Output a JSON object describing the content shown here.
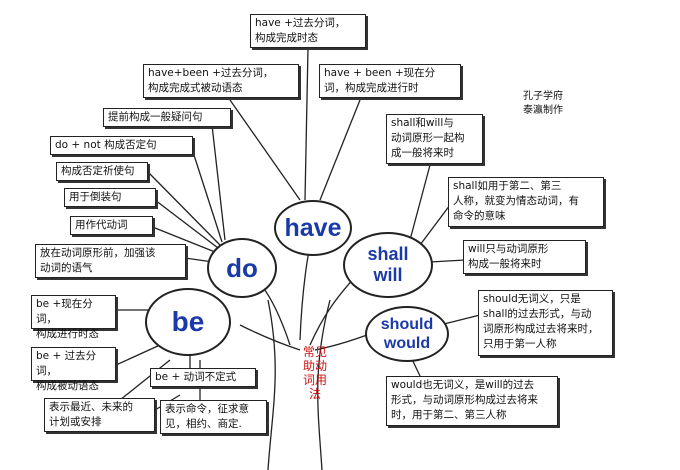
{
  "title": "常见助动词用法",
  "credit": "孔子学府\n泰瀛制作",
  "nodes": {
    "do": "do",
    "have": "have",
    "shall_will": "shall\nwill",
    "be": "be",
    "should_would": "should\nwould"
  },
  "notes": {
    "have_perfect": "have +过去分词，\n构成完成时态",
    "have_been_passive": "have+been +过去分词，\n构成完成式被动语态",
    "have_been_progressive": "have + been +现在分\n词，构成完成进行时",
    "do_question": "提前构成一般疑问句",
    "do_not_negative": "do + not 构成否定句",
    "do_neg_imperative": "构成否定祈使句",
    "do_inversion": "用于倒装句",
    "do_proverb": "用作代动词",
    "do_emphasis": "放在动词原形前，加强该\n动词的语气",
    "shall_will_future": "shall和will与\n动词原形一起构\n成一般将来时",
    "shall_modal": "shall如用于第二、第三\n人称，就变为情态动词，有\n命令的意味",
    "will_future": "will只与动词原形\n构成一般将来时",
    "should_meaning": "should无词义，只是\nshall的过去形式，与动\n词原形构成过去将来时，\n只用于第一人称",
    "would_meaning": "would也无词义，是will的过去\n形式，与动词原形构成过去将来\n时，用于第二、第三人称",
    "be_progressive": "be +现在分词，\n构成进行时态",
    "be_passive": "be + 过去分词，\n构成被动语态",
    "be_to_infinitive": "be + 动词不定式",
    "be_plan": "表示最近、未来的\n计划或安排",
    "be_command": "表示命令，征求意\n见，相约、商定."
  }
}
